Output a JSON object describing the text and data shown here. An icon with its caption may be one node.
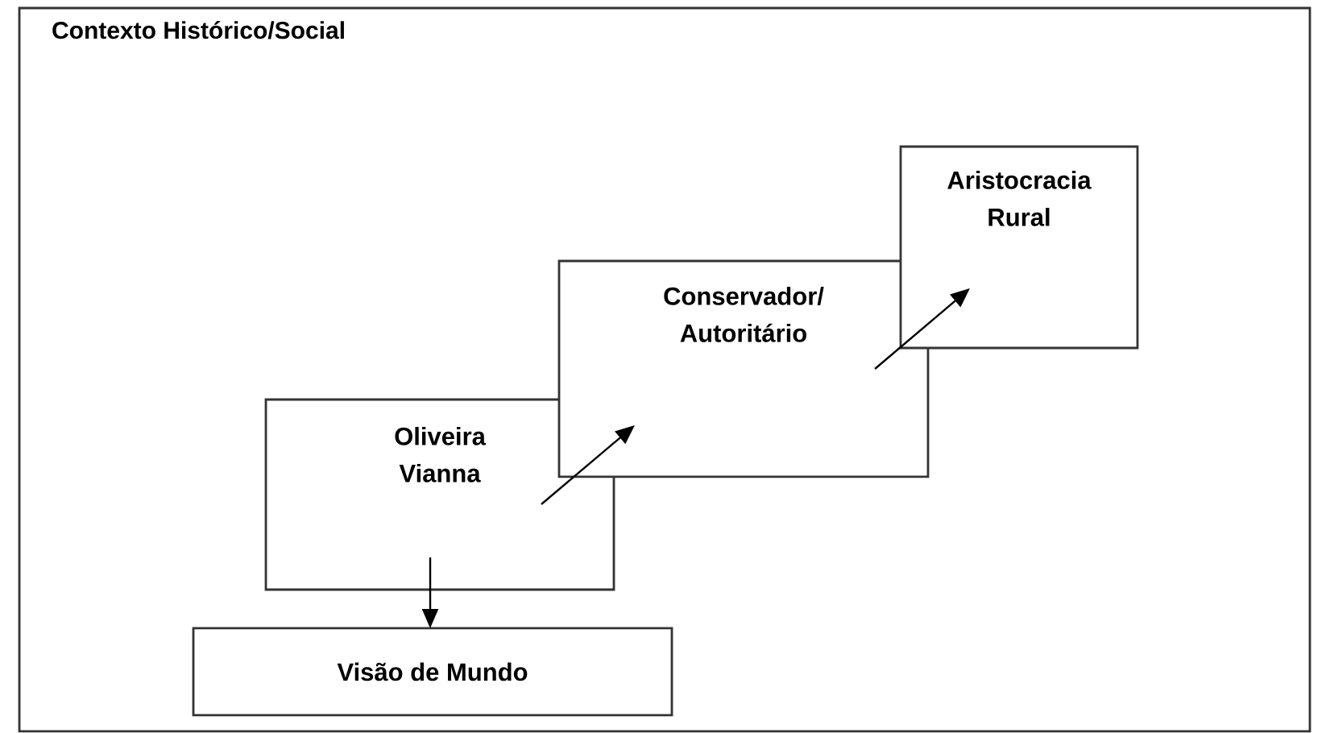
{
  "diagram": {
    "nodes": [
      {
        "text": [
          "Contexto Histórico/Social"
        ]
      },
      {
        "text": [
          "Oliveira Vianna"
        ],
        "in": 0
      },
      {
        "text": [
          "Conservador/ Autoritário"
        ],
        "in": 0
      },
      {
        "text": [
          "Aristocracia Rural"
        ],
        "in": 0
      },
      {
        "text": [
          "Visão de Mundo"
        ],
        "in": 0
      }
    ],
    "edges": [
      {
        "from": 1,
        "to": 2,
        "arrow": "to"
      },
      {
        "from": 2,
        "to": 3,
        "arrow": "to"
      },
      {
        "from": 1,
        "to": 4,
        "arrow": "to"
      }
    ]
  }
}
